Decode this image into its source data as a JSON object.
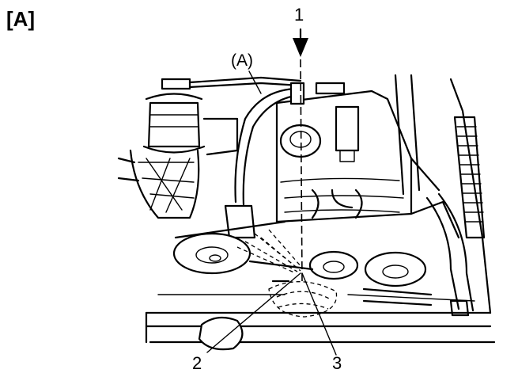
{
  "figure": {
    "panel_label": "[A]",
    "callouts": {
      "arrow_label": "1",
      "hose_label": "(A)",
      "point_2": "2",
      "point_3": "3"
    }
  }
}
